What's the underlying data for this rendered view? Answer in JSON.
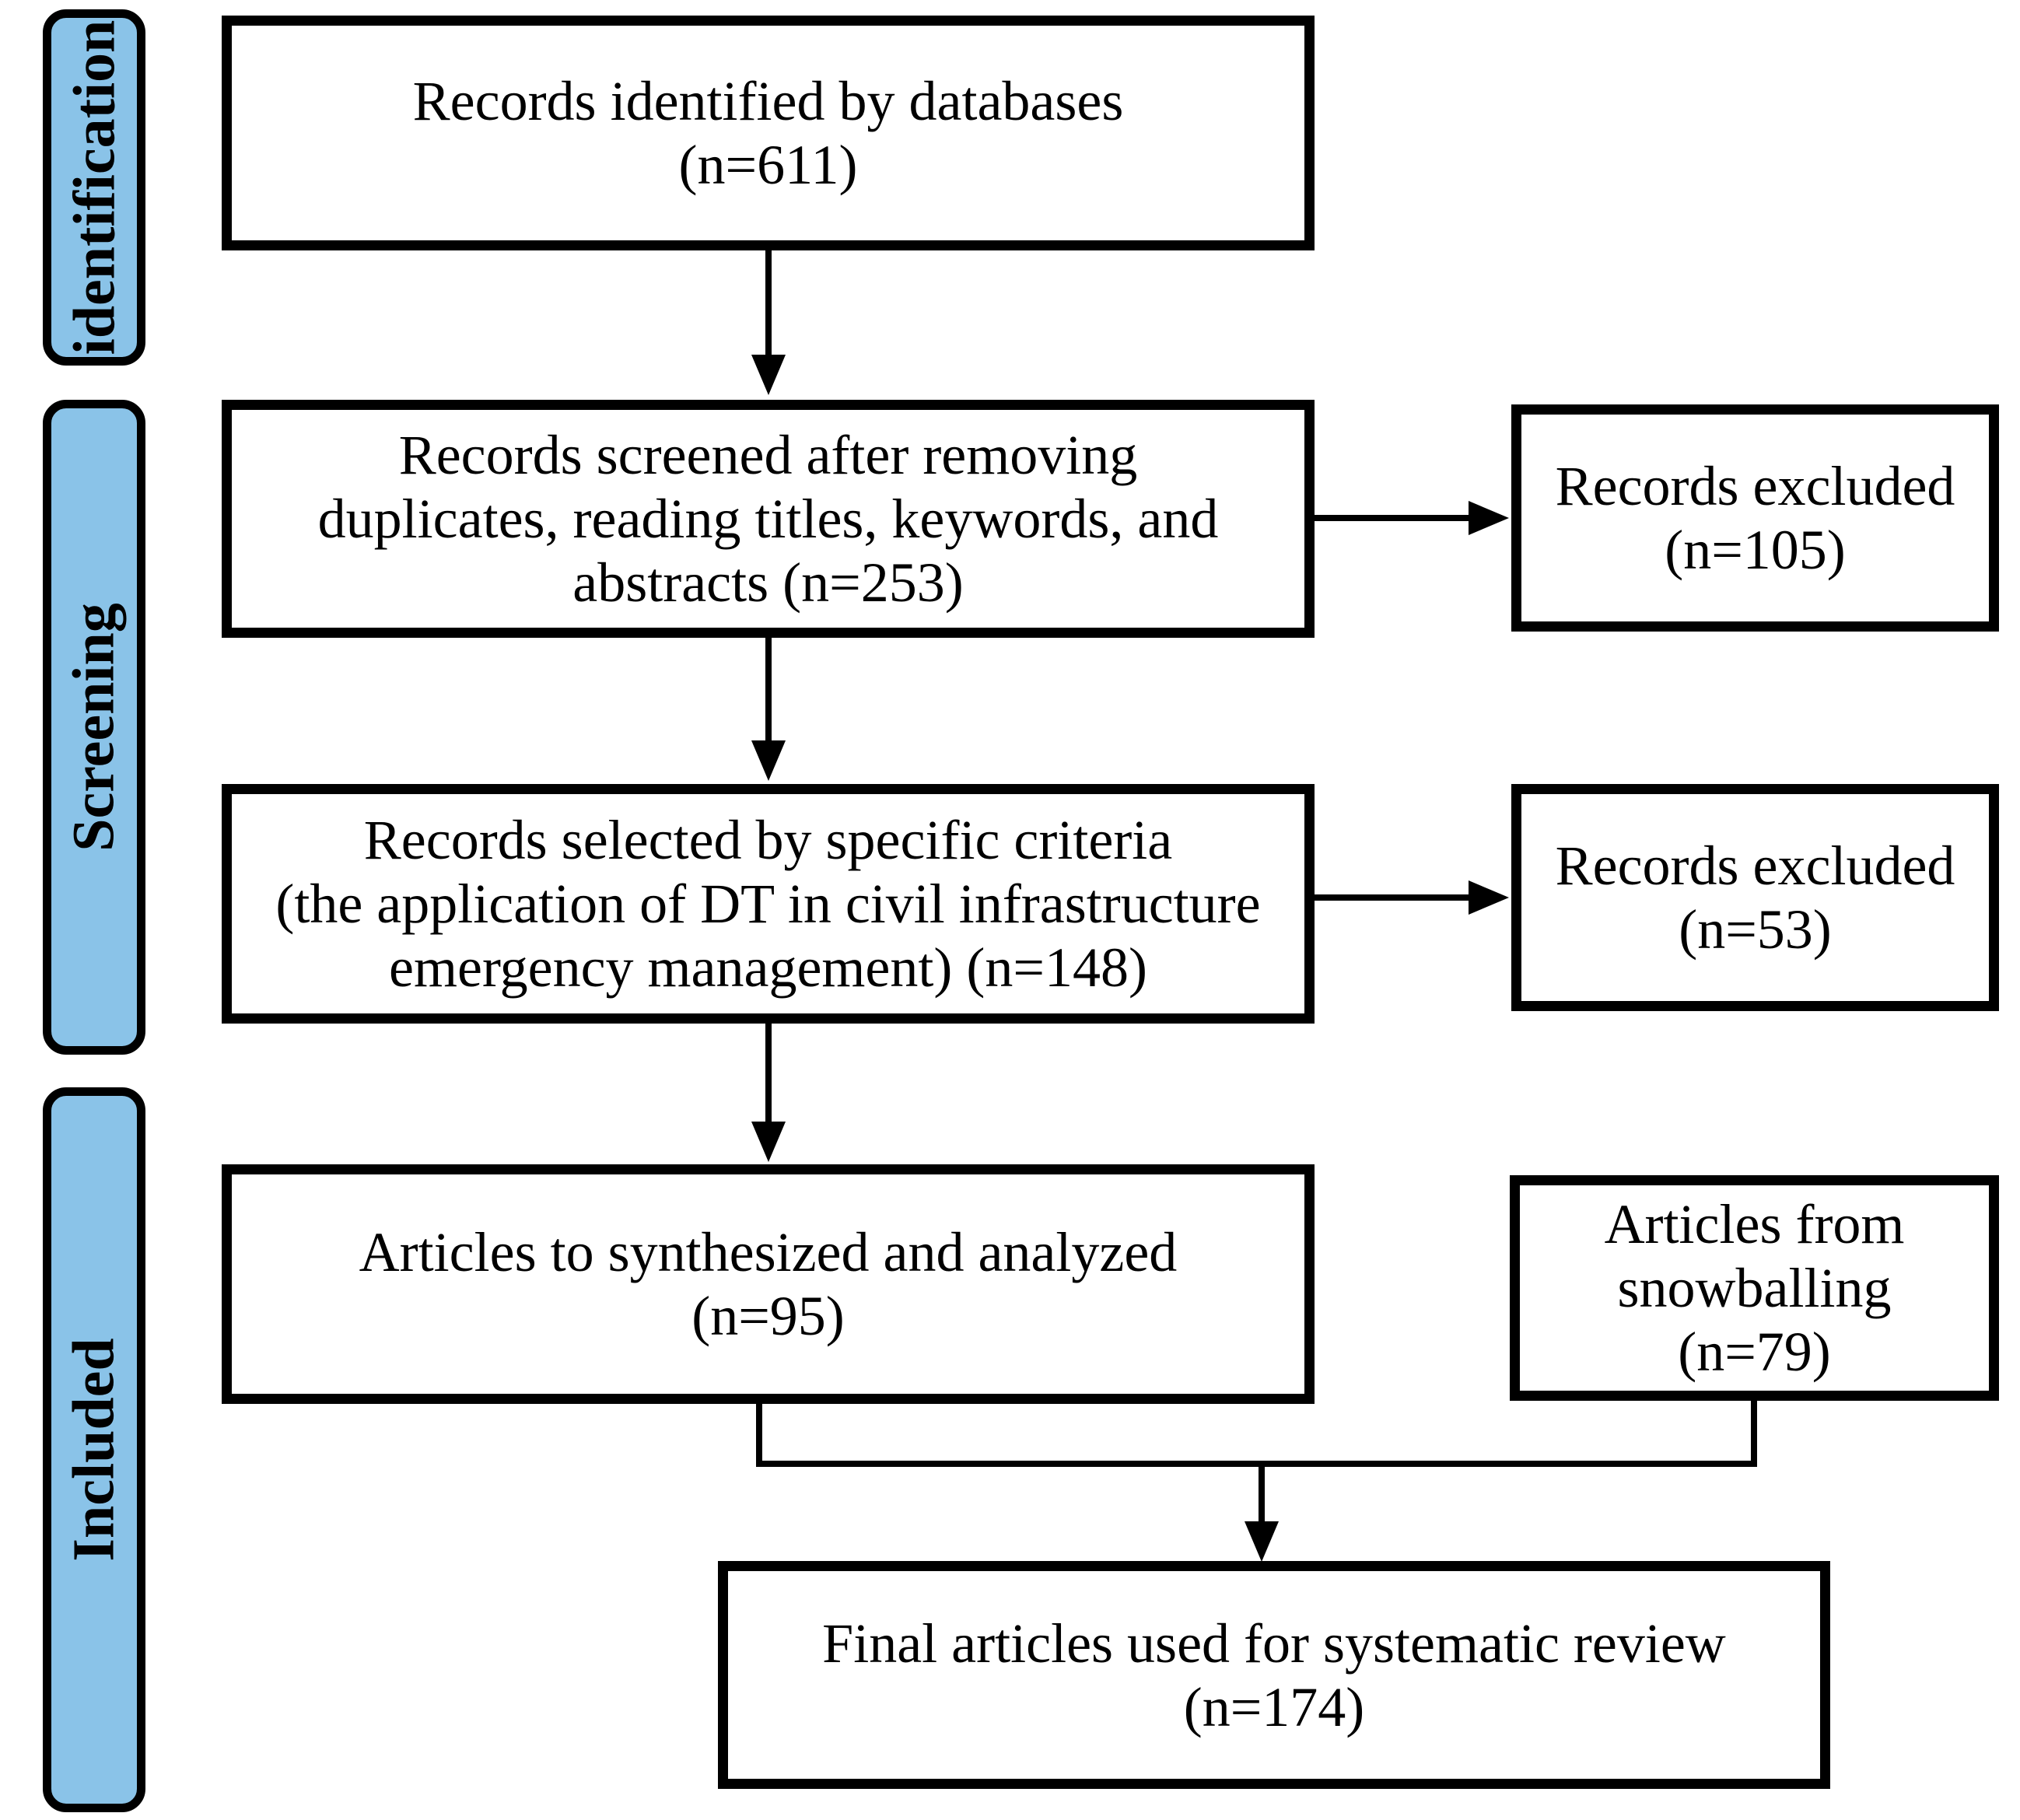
{
  "diagram": {
    "title": "Systematic review article selection flowchart",
    "colors": {
      "stage_fill": "#8AC3E8",
      "line": "#000000",
      "box_background": "#FFFFFF"
    },
    "stages": [
      {
        "label": "identification"
      },
      {
        "label": "Screening"
      },
      {
        "label": "Included"
      }
    ],
    "boxes": {
      "identified": {
        "lines": [
          "Records identified by databases",
          "(n=611)"
        ]
      },
      "screened": {
        "lines": [
          "Records screened after removing",
          "duplicates, reading titles, keywords, and",
          "abstracts (n=253)"
        ]
      },
      "excluded_screening": {
        "lines": [
          "Records excluded",
          "(n=105)"
        ]
      },
      "selected": {
        "lines": [
          "Records selected by specific criteria",
          "(the application of DT in civil infrastructure",
          "emergency management) (n=148)"
        ]
      },
      "excluded_criteria": {
        "lines": [
          "Records excluded",
          "(n=53)"
        ]
      },
      "synthesized": {
        "lines": [
          "Articles to synthesized and analyzed",
          "(n=95)"
        ]
      },
      "snowballing": {
        "lines": [
          "Articles from",
          "snowballing",
          "(n=79)"
        ]
      },
      "final": {
        "lines": [
          "Final articles used for systematic review",
          "(n=174)"
        ]
      }
    }
  }
}
